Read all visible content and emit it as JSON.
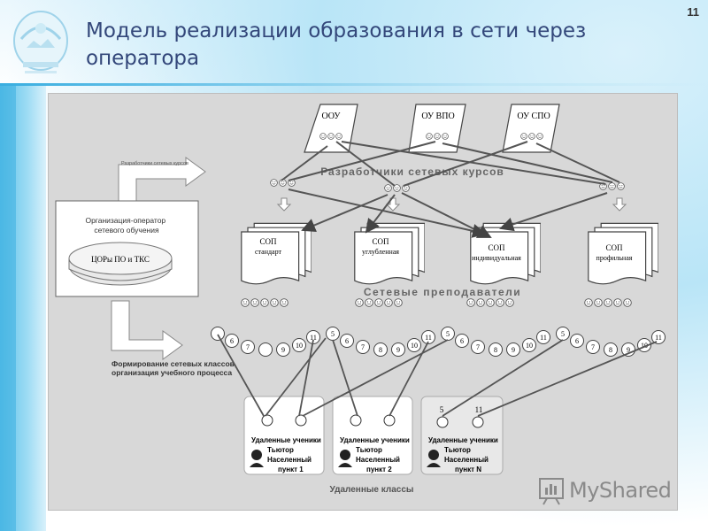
{
  "slide": {
    "number": "11",
    "title": "Модель реализации образования в сети через оператора"
  },
  "diagram": {
    "institutions": [
      "ООУ",
      "ОУ ВПО",
      "ОУ СПО"
    ],
    "developers_label": "Разработчики сетевых курсов",
    "developers_arrow_label": "Разработчики сетевых курсов",
    "operator_label": "Организация-оператор сетевого обучения",
    "operator_center": "ЦОРы ПО и ТКС",
    "sop": [
      {
        "line1": "СОП",
        "line2": "стандарт"
      },
      {
        "line1": "СОП",
        "line2": "углубленная"
      },
      {
        "line1": "СОП",
        "line2": "индивидуальная"
      },
      {
        "line1": "СОП",
        "line2": "профильная"
      }
    ],
    "teachers_label": "Сетевые преподаватели",
    "forming_label": "Формирование сетевых классов, организация учебного процесса",
    "classes_label": "Удаленные классы",
    "number_groups": [
      [
        "",
        "6",
        "7",
        "",
        "9",
        "10",
        "11"
      ],
      [
        "5",
        "6",
        "7",
        "8",
        "9",
        "10",
        "11"
      ],
      [
        "5",
        "6",
        "7",
        "8",
        "9",
        "10",
        "11"
      ],
      [
        "5",
        "6",
        "7",
        "8",
        "9",
        "10",
        "11"
      ]
    ],
    "classes": [
      {
        "students": "Удаленные ученики",
        "tutor": "Тьютор",
        "place": "Населенный пункт 1",
        "place1": "Населенный",
        "place2": "пункт 1"
      },
      {
        "students": "Удаленные ученики",
        "tutor": "Тьютор",
        "place": "Населенный пункт 2",
        "place1": "Населенный",
        "place2": "пункт 2"
      },
      {
        "students": "Удаленные ученики",
        "tutor": "Тьютор",
        "place": "Населенный пункт N",
        "place1": "Населенный",
        "place2": "пункт N",
        "num_a": "5",
        "num_b": "11"
      }
    ]
  },
  "watermark": {
    "text": "MyShared"
  }
}
